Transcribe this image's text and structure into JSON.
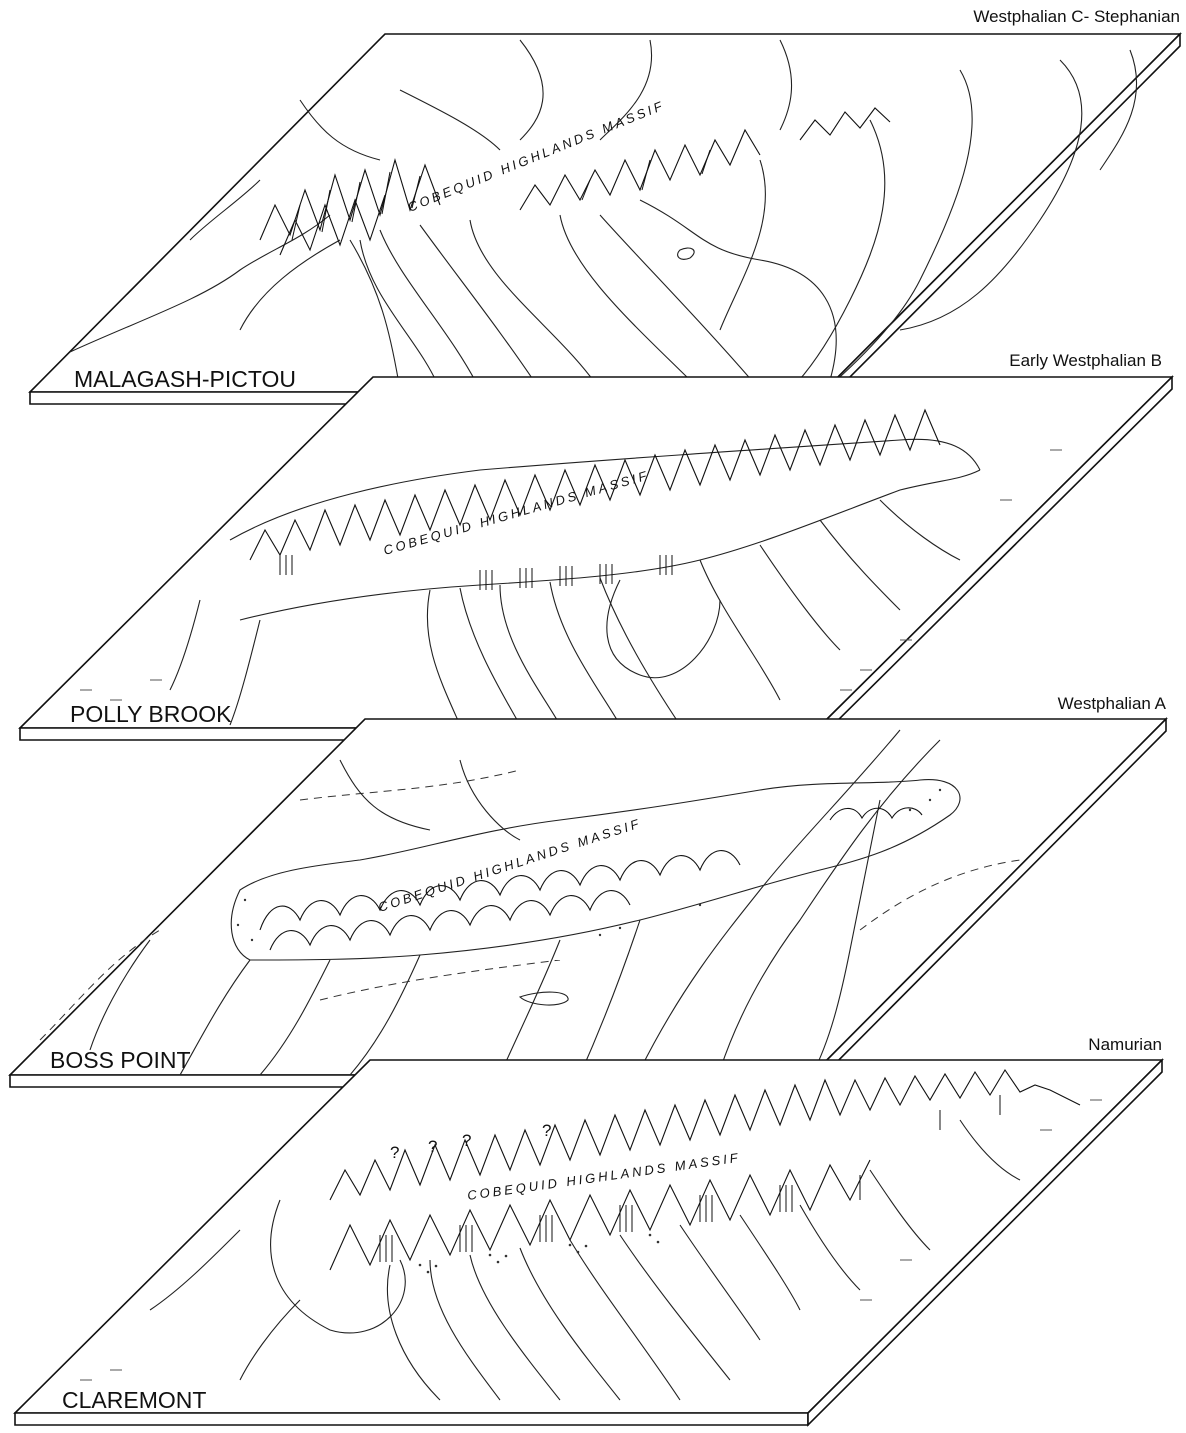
{
  "figure": {
    "plates": [
      {
        "id": "malagash-pictou",
        "name": "MALAGASH-PICTOU",
        "period": "Westphalian C- Stephanian",
        "massif": "COBEQUID HIGHLANDS MASSIF"
      },
      {
        "id": "polly-brook",
        "name": "POLLY BROOK",
        "period": "Early Westphalian B",
        "massif": "COBEQUID HIGHLANDS MASSIF"
      },
      {
        "id": "boss-point",
        "name": "BOSS POINT",
        "period": "Westphalian A",
        "massif": "COBEQUID HIGHLANDS MASSIF"
      },
      {
        "id": "claremont",
        "name": "CLAREMONT",
        "period": "Namurian",
        "massif": "COBEQUID HIGHLANDS MASSIF"
      }
    ],
    "question_mark": "?"
  }
}
